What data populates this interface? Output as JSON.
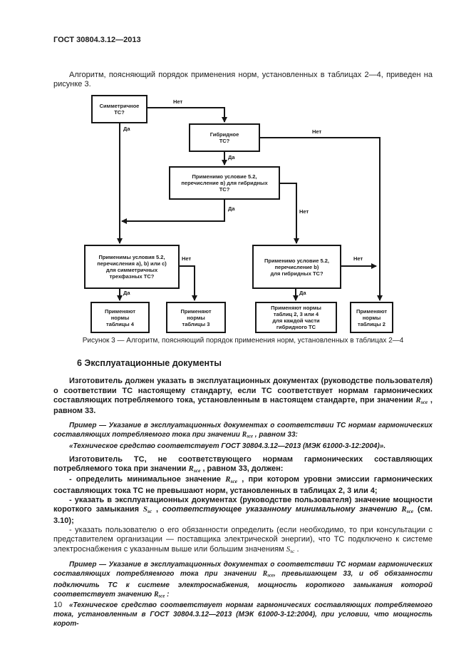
{
  "page": {
    "header": "ГОСТ 30804.3.12—2013",
    "page_number": "10"
  },
  "intro_paragraph": "Алгоритм, поясняющий порядок применения норм, установленных в таблицах 2—4, приведен на рисунке 3.",
  "figure": {
    "caption": "Рисунок 3 — Алгоритм, поясняющий порядок применения норм, установленных в таблицах 2—4",
    "labels": {
      "yes": "Да",
      "no": "Нет"
    },
    "nodes": {
      "symmetric": "Симметричное\nТС?",
      "hybrid": "Гибридное\nТС?",
      "cond_v_hybrid": "Применимо условие 5.2,\nперечисление в) для гибридных\nТС?",
      "cond_abc_symmetric": "Применимы условия 5.2,\nперечисления а), b) или с)\nдля симметричных\nтрехфазных ТС?",
      "cond_b_hybrid": "Применимо условие 5.2,\nперечисление b)\nдля гибридных ТС?",
      "apply_table4": "Применяют\nнормы\nтаблицы 4",
      "apply_table3": "Применяют\nнормы\nтаблицы 3",
      "apply_tables234": "Применяют нормы\nтаблиц 2, 3 или 4\nдля каждой части\nгибридного ТС",
      "apply_table2": "Применяют\nнормы\nтаблицы 2"
    }
  },
  "section6": {
    "heading": "6 Эксплуатационные документы",
    "p_manufacturer": [
      {
        "t": "Изготовитель должен указать в эксплуатационных документах (руководстве пользователя) о соответствии ТС настоящему стандарту, если ТС соответствует нормам гармонических составляющих потребляемого тока, установленным в настоящем стандарте, при значении "
      },
      {
        "t": "R",
        "c": "var"
      },
      {
        "t": "sce",
        "c": "sub"
      },
      {
        "t": " , равном 33."
      }
    ],
    "example1_intro": [
      {
        "t": "Пример — Указание в эксплуатационных документах о соответствии ТС нормам гармонических составляющих потребляемого тока при значении "
      },
      {
        "t": "R",
        "c": "var"
      },
      {
        "t": "sce",
        "c": "sub"
      },
      {
        "t": " , равном 33:"
      }
    ],
    "example1_quote": [
      {
        "t": "«Техническое средство соответствует ГОСТ 30804.3.12—2013 (МЭК 61000-3-12:2004)»."
      }
    ],
    "p_nonconforming": [
      {
        "t": "Изготовитель ТС, не соответствующего нормам гармонических составляющих потребляемого тока при значении "
      },
      {
        "t": "R",
        "c": "var"
      },
      {
        "t": "sce",
        "c": "sub"
      },
      {
        "t": " , равном 33, должен:"
      }
    ],
    "item_min_rsce": [
      {
        "t": "- определить минимальное значение "
      },
      {
        "t": "R",
        "c": "var"
      },
      {
        "t": "sce",
        "c": "sub"
      },
      {
        "t": " , при котором уровни эмиссии гармонических составляющих тока ТС не превышают норм, установленных в таблицах 2, 3 или 4;"
      }
    ],
    "item_ssc": [
      {
        "t": "- указать в эксплуатационных документах (руководстве пользователя) значение мощности короткого замыкания "
      },
      {
        "t": "S",
        "c": "var"
      },
      {
        "t": "sc",
        "c": "sub"
      },
      {
        "t": " , "
      },
      {
        "t": "соответствующее указанному минимальному значению ",
        "c": "it"
      },
      {
        "t": "R",
        "c": "var"
      },
      {
        "t": "sce",
        "c": "sub"
      },
      {
        "t": " (см. 3.10);"
      }
    ],
    "item_user_duty": [
      {
        "t": "- указать пользователю о его обязанности определить (если необходимо, то при консультации с представителем организации — поставщика электрической энергии), что ТС подключено к системе электроснабжения с указанным выше или большим значениям "
      },
      {
        "t": "S",
        "c": "var"
      },
      {
        "t": "sc",
        "c": "sub"
      },
      {
        "t": " ."
      }
    ],
    "example2_intro": [
      {
        "t": "Пример — Указание в эксплуатационных документах о соответствии ТС нормам гармонических составляющих потребляемого тока при значении "
      },
      {
        "t": "R",
        "c": "var"
      },
      {
        "t": "sce",
        "c": "sub"
      },
      {
        "t": ", превышающем 33, и об обязанности подключить ТС к системе электроснабжения, мощность короткого замыкания которой соответствует значению "
      },
      {
        "t": "R",
        "c": "var"
      },
      {
        "t": "sce",
        "c": "sub"
      },
      {
        "t": " :"
      }
    ],
    "example2_quote": [
      {
        "t": "«Техническое средство соответствует нормам гармонических составляющих потребляемого тока, установленным в ГОСТ 30804.3.12—2013 (МЭК 61000-3-12:2004), при условии, что мощность корот-"
      }
    ]
  }
}
